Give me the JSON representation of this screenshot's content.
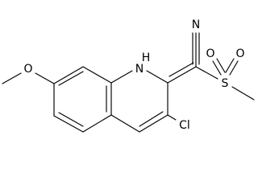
{
  "molecule": {
    "atoms": {
      "methoxy_oxygen": "O",
      "ring_nitrogen": "N",
      "ring_nitrogen_hydrogen": "H",
      "nitrile_nitrogen": "N",
      "sulfur": "S",
      "sulfonyl_oxygen_left": "O",
      "sulfonyl_oxygen_right": "O",
      "chlorine": "Cl"
    },
    "colors": {
      "bond": "#000000",
      "label": "#000000",
      "background": "#ffffff"
    }
  }
}
